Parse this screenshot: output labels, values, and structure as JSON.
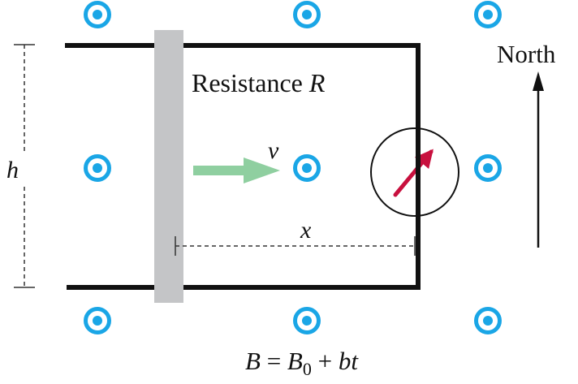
{
  "labels": {
    "resistance_text": "Resistance ",
    "resistance_symbol": "R",
    "velocity": "v",
    "distance": "x",
    "height": "h",
    "north": "North",
    "field_B": "B",
    "field_eq": " = ",
    "field_B0": "B",
    "field_B0_sub": "0",
    "field_plus": " + ",
    "field_bt": "bt"
  },
  "colors": {
    "field_dot": "#1aa6e6",
    "rail": "#111111",
    "rod": "#c4c5c7",
    "velocity_arrow": "#8fcfa0",
    "meter_needle": "#c8103e",
    "dimension_line": "#333333"
  },
  "icons": {
    "field_symbol": "field-out-of-page-icon",
    "meter": "ammeter-icon",
    "north_arrow": "arrow-up-icon"
  }
}
